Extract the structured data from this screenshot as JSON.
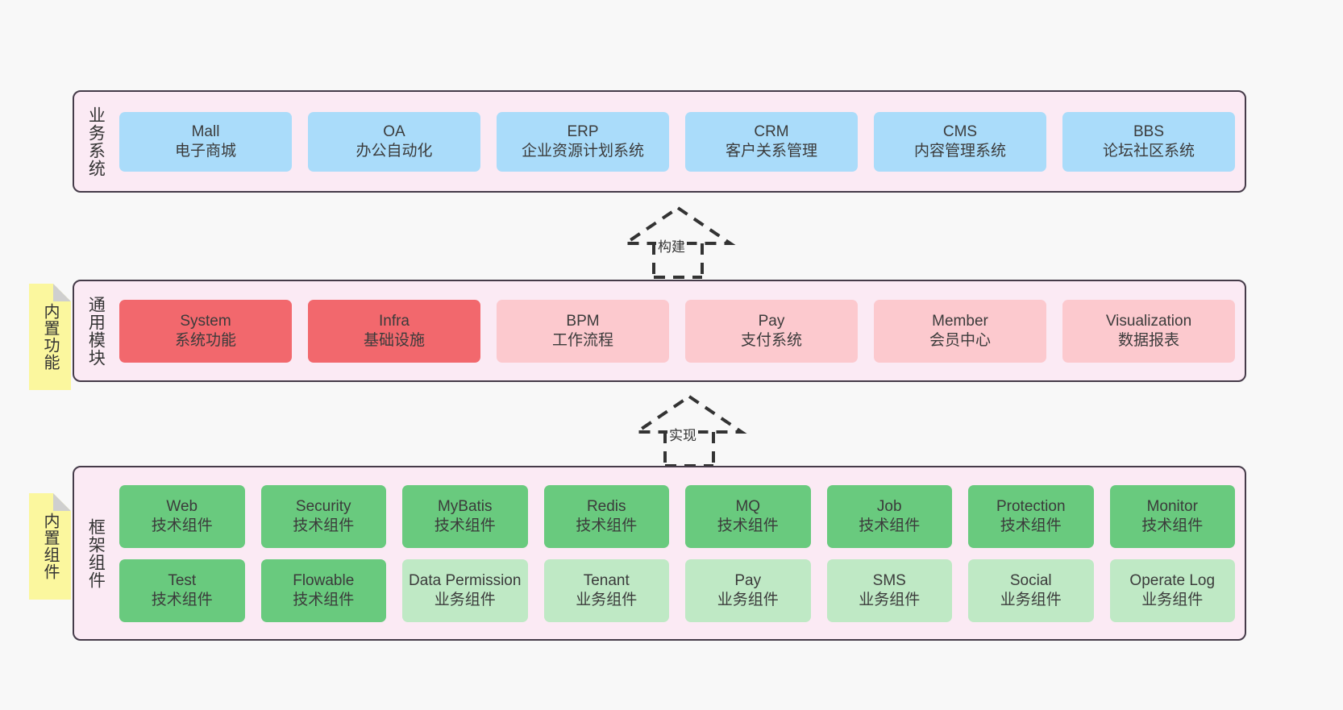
{
  "diagram": {
    "title": "ruoyi-vue-pro architecture layers",
    "colors": {
      "canvas_bg": "#f8f8f8",
      "layer_bg": "#fbeaf4",
      "layer_border": "#453b49",
      "business_box": "#aadcfa",
      "common_strong_box": "#f2686d",
      "common_soft_box": "#fcc9ce",
      "tech_component_box": "#69ca7e",
      "biz_component_box": "#bfe9c5",
      "note_bg": "#fbf79e",
      "note_fold": "#cfcfcf"
    }
  },
  "layers": [
    {
      "id": "business",
      "title": "业务系统",
      "rows": [
        [
          {
            "name": "Mall",
            "desc": "电子商城"
          },
          {
            "name": "OA",
            "desc": "办公自动化"
          },
          {
            "name": "ERP",
            "desc": "企业资源计划系统"
          },
          {
            "name": "CRM",
            "desc": "客户关系管理"
          },
          {
            "name": "CMS",
            "desc": "内容管理系统"
          },
          {
            "name": "BBS",
            "desc": "论坛社区系统"
          }
        ]
      ]
    },
    {
      "id": "common",
      "title": "通用模块",
      "rows": [
        [
          {
            "name": "System",
            "desc": "系统功能"
          },
          {
            "name": "Infra",
            "desc": "基础设施"
          },
          {
            "name": "BPM",
            "desc": "工作流程"
          },
          {
            "name": "Pay",
            "desc": "支付系统"
          },
          {
            "name": "Member",
            "desc": "会员中心"
          },
          {
            "name": "Visualization",
            "desc": "数据报表"
          }
        ]
      ]
    },
    {
      "id": "framework",
      "title": "框架组件",
      "rows": [
        [
          {
            "name": "Web",
            "desc": "技术组件"
          },
          {
            "name": "Security",
            "desc": "技术组件"
          },
          {
            "name": "MyBatis",
            "desc": "技术组件"
          },
          {
            "name": "Redis",
            "desc": "技术组件"
          },
          {
            "name": "MQ",
            "desc": "技术组件"
          },
          {
            "name": "Job",
            "desc": "技术组件"
          },
          {
            "name": "Protection",
            "desc": "技术组件"
          },
          {
            "name": "Monitor",
            "desc": "技术组件"
          }
        ],
        [
          {
            "name": "Test",
            "desc": "技术组件"
          },
          {
            "name": "Flowable",
            "desc": "技术组件"
          },
          {
            "name": "Data Permission",
            "desc": "业务组件"
          },
          {
            "name": "Tenant",
            "desc": "业务组件"
          },
          {
            "name": "Pay",
            "desc": "业务组件"
          },
          {
            "name": "SMS",
            "desc": "业务组件"
          },
          {
            "name": "Social",
            "desc": "业务组件"
          },
          {
            "name": "Operate Log",
            "desc": "业务组件"
          }
        ]
      ]
    }
  ],
  "notes": [
    {
      "id": "builtin-func",
      "text": "内置功能"
    },
    {
      "id": "builtin-comp",
      "text": "内置组件"
    }
  ],
  "arrows": [
    {
      "id": "build",
      "label": "构建",
      "from": "common",
      "to": "business"
    },
    {
      "id": "impl",
      "label": "实现",
      "from": "framework",
      "to": "common"
    }
  ]
}
